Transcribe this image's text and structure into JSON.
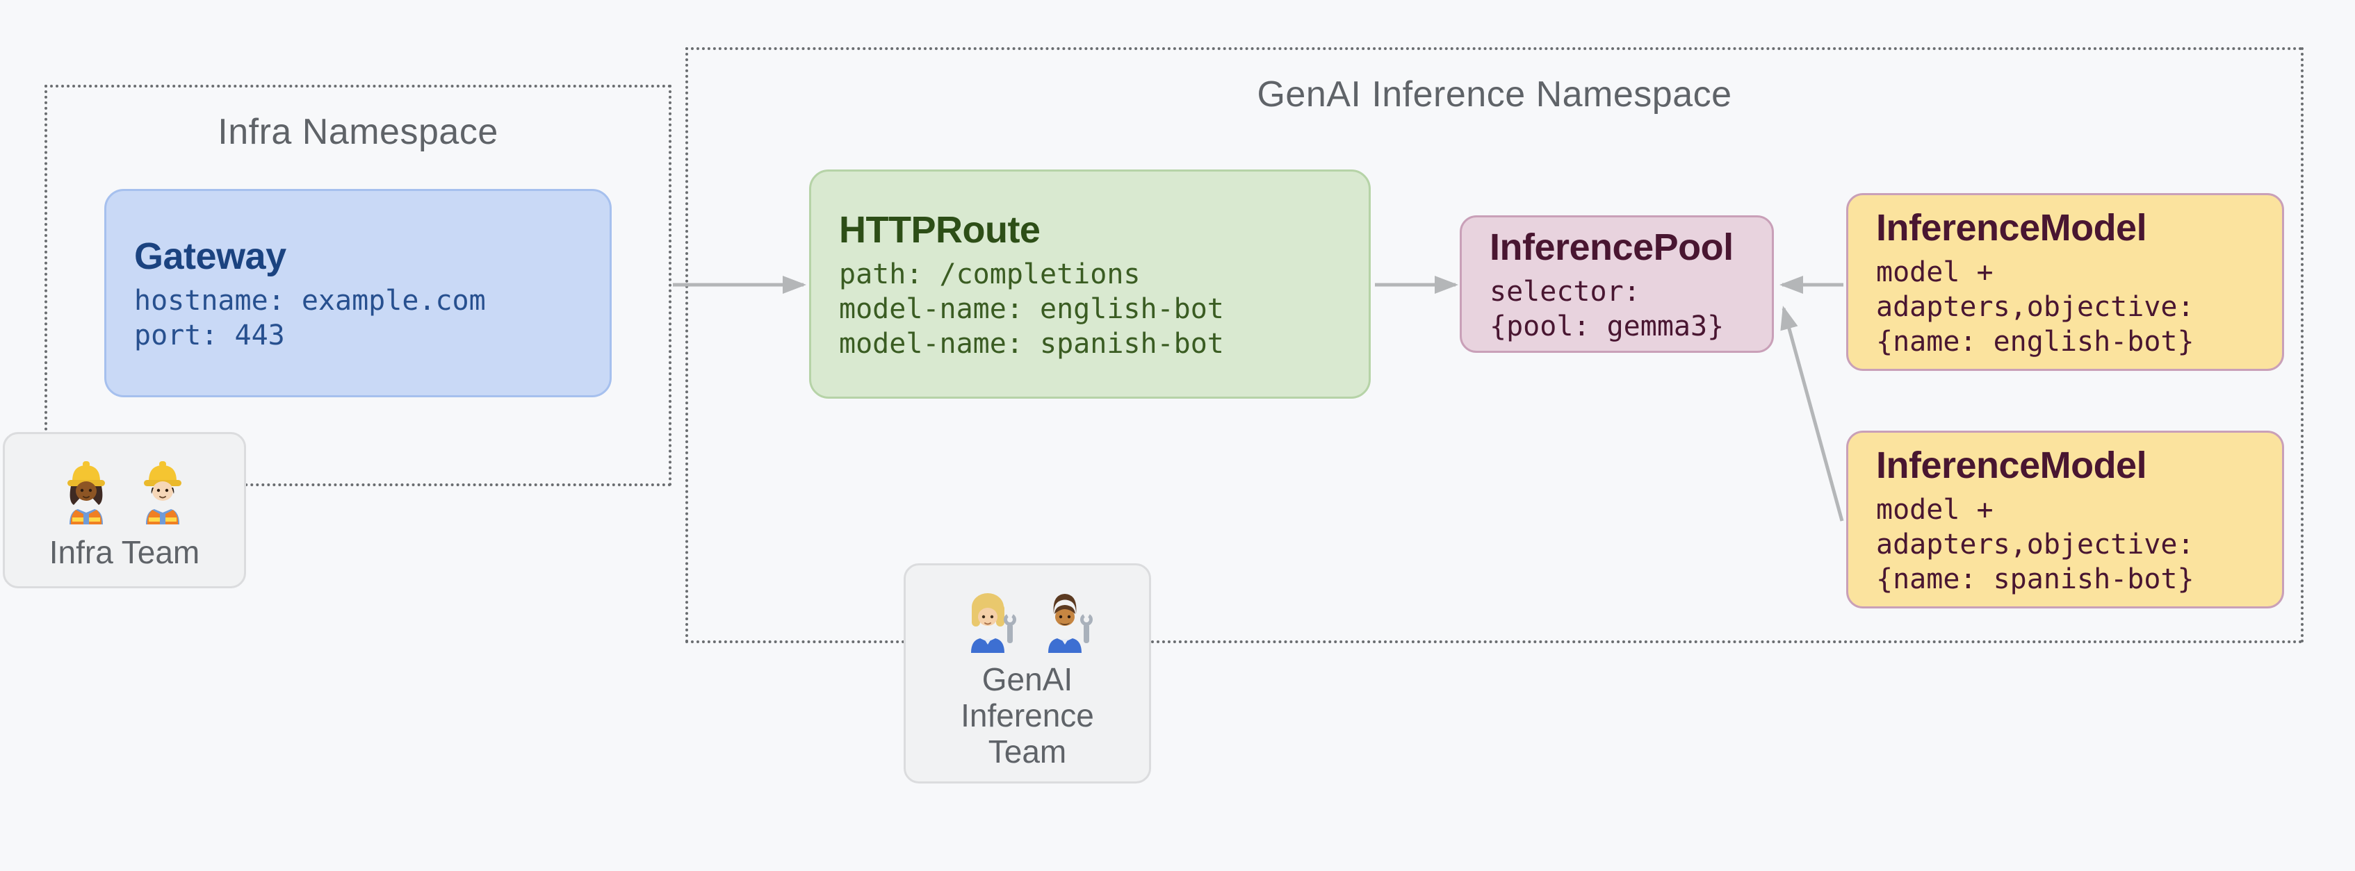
{
  "namespaces": {
    "infra": {
      "title": "Infra Namespace"
    },
    "genai": {
      "title": "GenAI Inference Namespace"
    }
  },
  "nodes": {
    "gateway": {
      "title": "Gateway",
      "lines": [
        "hostname: example.com",
        "port: 443"
      ],
      "fill": "#c9d9f6",
      "border": "#a6c0ee",
      "text": "#1b4380"
    },
    "httproute": {
      "title": "HTTPRoute",
      "lines": [
        "path: /completions",
        "model-name: english-bot",
        "model-name: spanish-bot"
      ],
      "fill": "#d9e9d0",
      "border": "#b6d3a7",
      "text": "#2d4e17"
    },
    "inferencepool": {
      "title": "InferencePool",
      "lines": [
        "selector:",
        "{pool: gemma3}"
      ],
      "fill": "#e8d3de",
      "border": "#c9a0b8",
      "text": "#491631"
    },
    "inferencemodel_english": {
      "title": "InferenceModel",
      "lines": [
        "model +",
        "adapters,objective:",
        "{name: english-bot}"
      ],
      "fill": "#fbe39e",
      "border": "#c9a0b8",
      "text": "#491631"
    },
    "inferencemodel_spanish": {
      "title": "InferenceModel",
      "lines": [
        "model +",
        "adapters,objective:",
        "{name: spanish-bot}"
      ],
      "fill": "#fbe39e",
      "border": "#c9a0b8",
      "text": "#491631"
    }
  },
  "teams": {
    "infra": {
      "label": "Infra Team",
      "icons": [
        "woman-construction-worker",
        "man-construction-worker"
      ]
    },
    "genai": {
      "label_lines": [
        "GenAI",
        "Inference",
        "Team"
      ],
      "icons": [
        "woman-mechanic",
        "man-mechanic"
      ]
    }
  },
  "edges": [
    {
      "from": "gateway",
      "to": "httproute"
    },
    {
      "from": "httproute",
      "to": "inferencepool"
    },
    {
      "from": "inferencemodel_english",
      "to": "inferencepool"
    },
    {
      "from": "inferencemodel_spanish",
      "to": "inferencepool"
    }
  ],
  "colors": {
    "background": "#f7f8fa",
    "namespace_border": "#6a6d70",
    "namespace_title": "#5f6368",
    "arrow": "#b4b6b8",
    "team_fill": "#f1f2f3",
    "team_border": "#dbdcde",
    "team_text": "#5f6368"
  }
}
